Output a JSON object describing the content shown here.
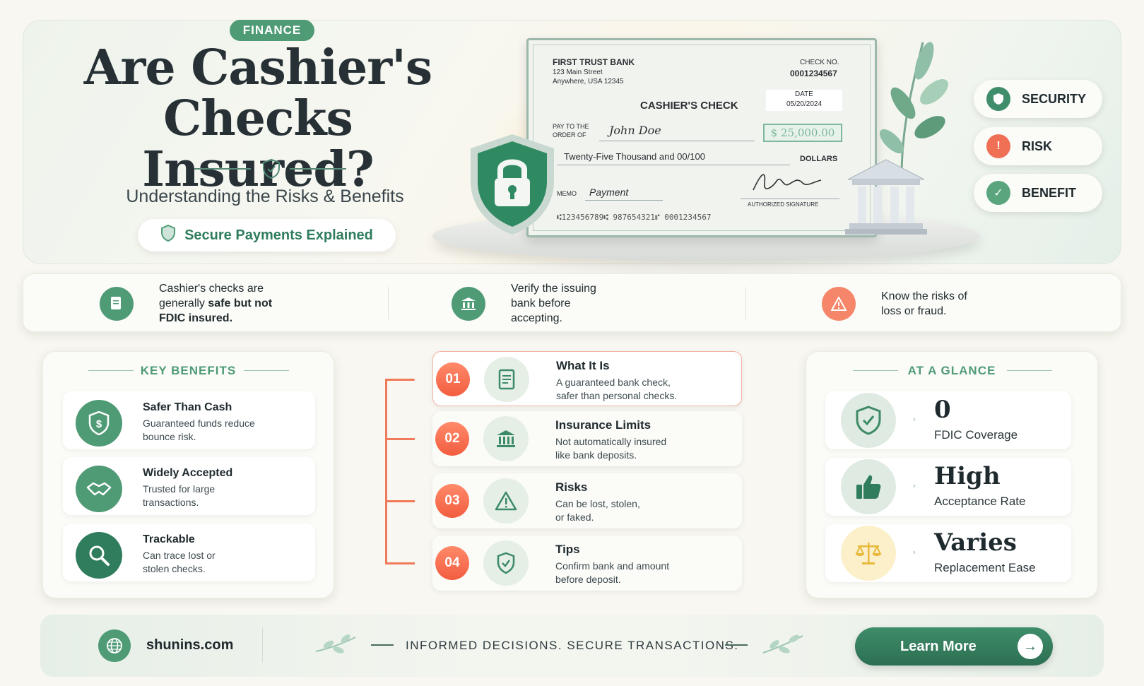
{
  "hero": {
    "tag": "FINANCE",
    "title_line1": "Are Cashier's",
    "title_line2": "Checks Insured?",
    "subtitle": "Understanding the Risks & Benefits",
    "pill": "Secure Payments Explained"
  },
  "check": {
    "bank_name": "FIRST TRUST BANK",
    "address1": "123 Main Street",
    "address2": "Anywhere, USA 12345",
    "check_no_label": "CHECK NO.",
    "check_no": "0001234567",
    "heading": "CASHIER'S CHECK",
    "date_label": "DATE",
    "date": "05/20/2024",
    "pay_label1": "PAY TO THE",
    "pay_label2": "ORDER OF",
    "payee": "John Doe",
    "amount": "$ 25,000.00",
    "amount_words": "Twenty-Five Thousand and 00/100",
    "dollars": "DOLLARS",
    "memo_label": "MEMO",
    "memo": "Payment",
    "signature_label": "AUTHORIZED SIGNATURE",
    "micr": "⑆123456789⑆   987654321⑈   0001234567"
  },
  "badges": [
    {
      "label": "SECURITY",
      "color": "#3f8d6a"
    },
    {
      "label": "RISK",
      "color": "#f07055"
    },
    {
      "label": "BENEFIT",
      "color": "#5aa57e"
    }
  ],
  "strip": [
    {
      "text_pre": "Cashier's checks are",
      "text_mid": "generally ",
      "text_bold": "safe but not",
      "text_bold2": "FDIC insured."
    },
    {
      "line1": "Verify the issuing",
      "line2": "bank before",
      "line3": "accepting."
    },
    {
      "line1": "Know the risks of",
      "line2": "loss or fraud."
    }
  ],
  "benefits": {
    "title": "KEY BENEFITS",
    "items": [
      {
        "title": "Safer Than Cash",
        "line1": "Guaranteed funds reduce",
        "line2": "bounce risk."
      },
      {
        "title": "Widely Accepted",
        "line1": "Trusted for large",
        "line2": "transactions."
      },
      {
        "title": "Trackable",
        "line1": "Can trace lost or",
        "line2": "stolen checks."
      }
    ]
  },
  "steps": [
    {
      "num": "01",
      "title": "What It Is",
      "line1": "A guaranteed bank check,",
      "line2": "safer than personal checks."
    },
    {
      "num": "02",
      "title": "Insurance Limits",
      "line1": "Not automatically insured",
      "line2": "like bank deposits."
    },
    {
      "num": "03",
      "title": "Risks",
      "line1": "Can be lost, stolen,",
      "line2": "or faked."
    },
    {
      "num": "04",
      "title": "Tips",
      "line1": "Confirm bank and amount",
      "line2": "before deposit."
    }
  ],
  "glance": {
    "title": "AT A GLANCE",
    "items": [
      {
        "value": "0",
        "label": "FDIC Coverage"
      },
      {
        "value": "High",
        "label": "Acceptance Rate"
      },
      {
        "value": "Varies",
        "label": "Replacement Ease"
      }
    ]
  },
  "footer": {
    "site": "shunins.com",
    "tagline": "INFORMED DECISIONS. SECURE TRANSACTIONS.",
    "cta": "Learn More"
  },
  "colors": {
    "green": "#3f8d6a",
    "coral": "#f07055",
    "gold": "#e8c24f"
  }
}
